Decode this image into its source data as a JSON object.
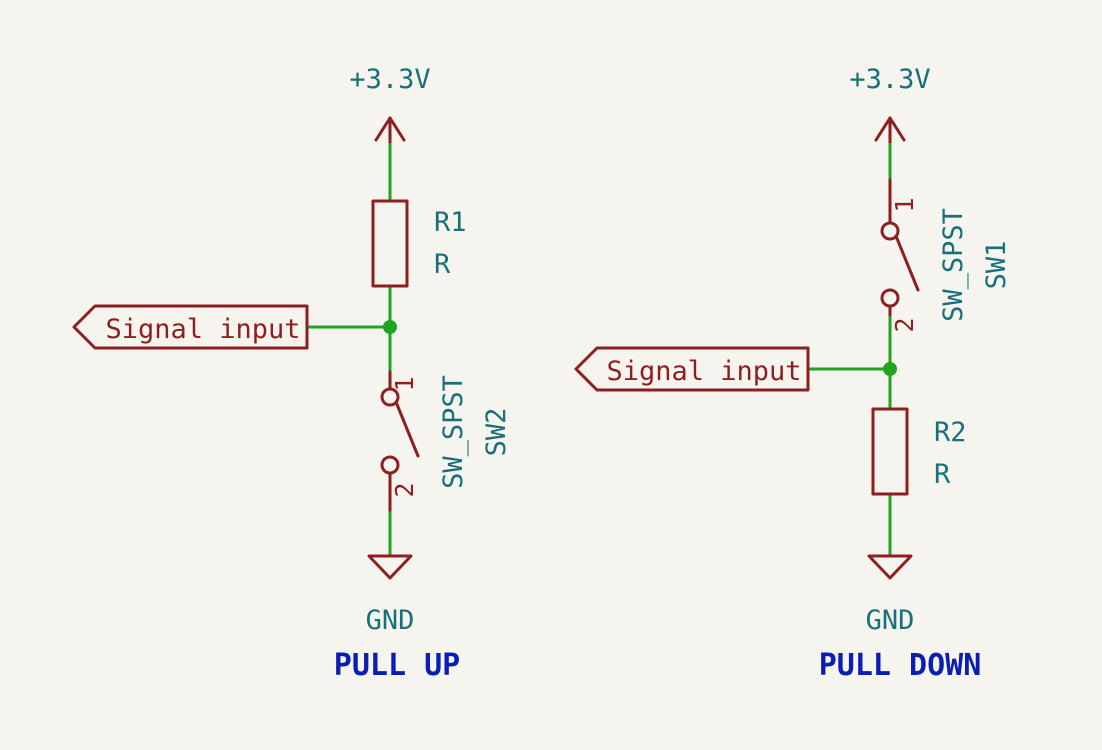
{
  "pull_up": {
    "title": "PULL UP",
    "power_label": "+3.3V",
    "ground_label": "GND",
    "resistor": {
      "ref": "R1",
      "value": "R"
    },
    "switch": {
      "ref": "SW2",
      "value": "SW_SPST",
      "pin1": "1",
      "pin2": "2"
    },
    "net_label": "Signal input"
  },
  "pull_down": {
    "title": "PULL DOWN",
    "power_label": "+3.3V",
    "ground_label": "GND",
    "resistor": {
      "ref": "R2",
      "value": "R"
    },
    "switch": {
      "ref": "SW1",
      "value": "SW_SPST",
      "pin1": "1",
      "pin2": "2"
    },
    "net_label": "Signal input"
  },
  "colors": {
    "background": "#f5f4ef",
    "component": "#8f1f1f",
    "wire": "#1fa51f",
    "text": "#17707a",
    "title": "#0a1eb4"
  }
}
